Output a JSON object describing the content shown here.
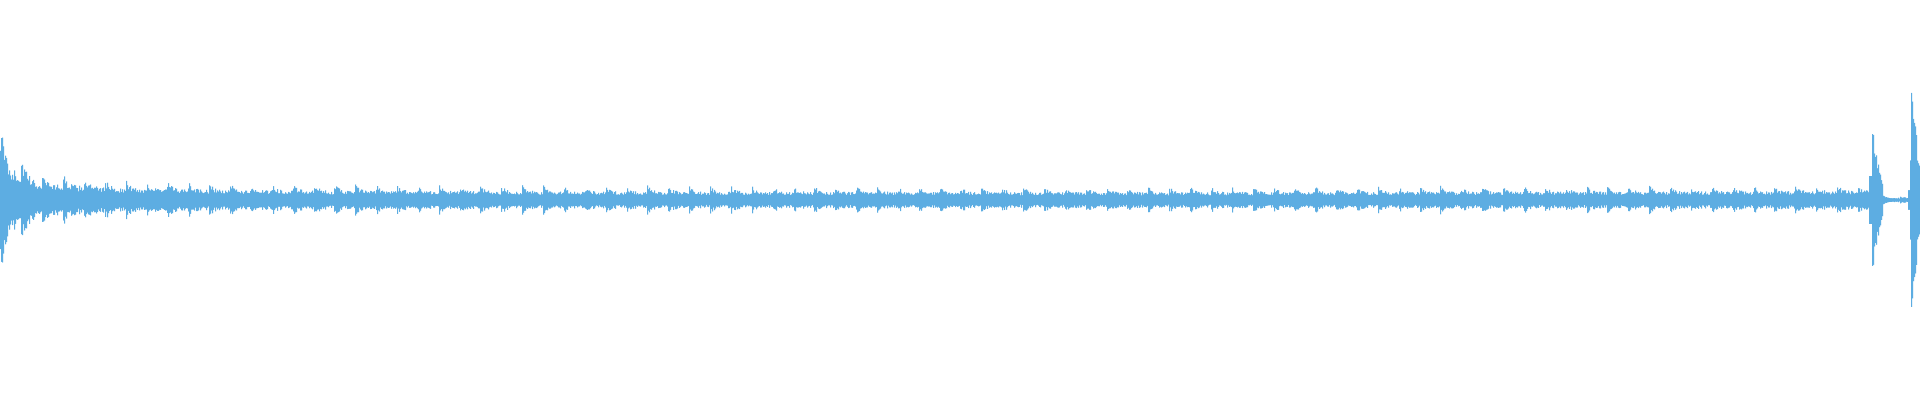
{
  "waveform": {
    "color": "#5DADE2",
    "background": "#ffffff",
    "envelope_profile": [
      {
        "t": 0.0,
        "a": 0.32
      },
      {
        "t": 0.006,
        "a": 0.22
      },
      {
        "t": 0.02,
        "a": 0.12
      },
      {
        "t": 0.06,
        "a": 0.085
      },
      {
        "t": 0.12,
        "a": 0.07
      },
      {
        "t": 0.3,
        "a": 0.06
      },
      {
        "t": 0.6,
        "a": 0.055
      },
      {
        "t": 0.9,
        "a": 0.06
      },
      {
        "t": 0.96,
        "a": 0.065
      }
    ],
    "beat_count": 92,
    "transients": [
      {
        "t": 0.9745,
        "a": 0.4
      },
      {
        "t": 0.995,
        "a": 0.66
      }
    ]
  }
}
